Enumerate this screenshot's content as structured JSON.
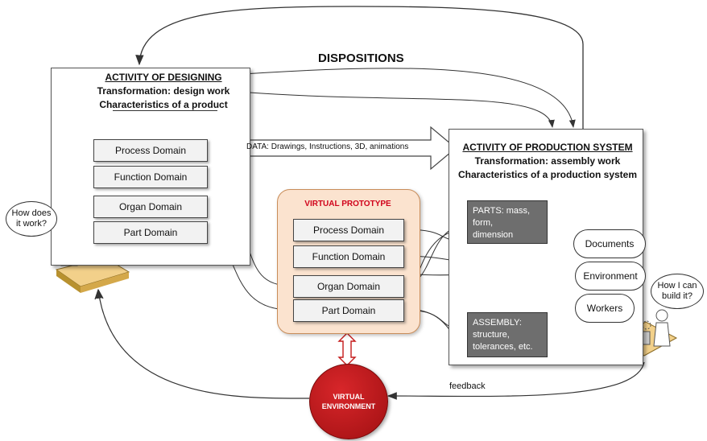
{
  "dispositions": "DISPOSITIONS",
  "designing": {
    "title": "ACTIVITY OF DESIGNING",
    "line1": "Transformation: design work",
    "line2": "Characteristics of a product",
    "domains": [
      "Process Domain",
      "Function Domain",
      "Organ Domain",
      "Part Domain"
    ]
  },
  "bubble_left": {
    "line1": "How does",
    "line2": "it work?"
  },
  "data_arrow": "DATA: Drawings, Instructions, 3D, animations",
  "virtual_prototype": {
    "title": "VIRTUAL PROTOTYPE",
    "domains": [
      "Process Domain",
      "Function Domain",
      "Organ Domain",
      "Part Domain"
    ]
  },
  "production": {
    "title": "ACTIVITY OF PRODUCTION SYSTEM",
    "line1": "Transformation: assembly work",
    "line2": "Characteristics of a production system",
    "parts": {
      "line1": "PARTS: mass,",
      "line2": "form,",
      "line3": "dimension"
    },
    "assembly": {
      "line1": "ASSEMBLY:",
      "line2": "structure,",
      "line3": "tolerances, etc."
    },
    "pills": [
      "Documents",
      "Environment",
      "Workers"
    ]
  },
  "bubble_right": {
    "line1": "How I can",
    "line2": "build it?"
  },
  "virtual_environment": {
    "line1": "VIRTUAL",
    "line2": "ENVIRONMENT"
  },
  "feedback": "feedback",
  "colors": {
    "red": "#c41a1a",
    "dark_red": "#9e1010",
    "vp_fill": "#fbe3cf",
    "vp_title": "#d0021b",
    "dark_box": "#6e6e6e"
  }
}
